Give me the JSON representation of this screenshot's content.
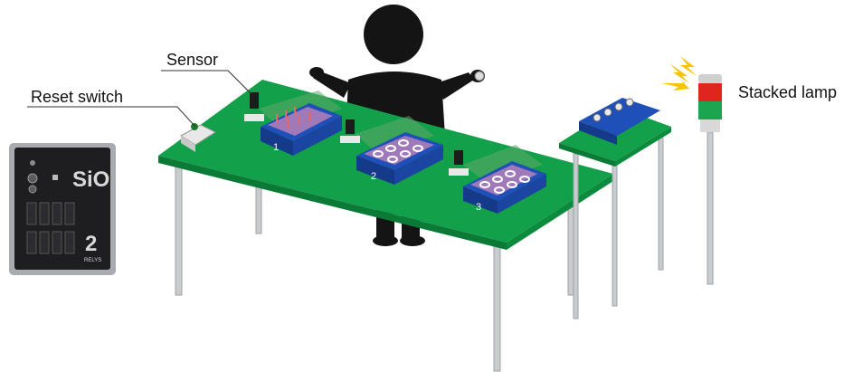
{
  "labels": {
    "sensor": "Sensor",
    "reset_switch": "Reset switch",
    "stacked_lamp": "Stacked lamp"
  },
  "bins": [
    {
      "number": "1"
    },
    {
      "number": "2"
    },
    {
      "number": "3"
    }
  ],
  "controller": {
    "brand": "SiO",
    "model": "2",
    "sub_label": "RELYS"
  },
  "colors": {
    "table_top": "#12a04a",
    "table_edge": "#0b7a36",
    "bin": "#1f4fb8",
    "person": "#141414",
    "lamp_red": "#e02420",
    "lamp_green": "#1ca550",
    "flash": "#f5c400"
  }
}
